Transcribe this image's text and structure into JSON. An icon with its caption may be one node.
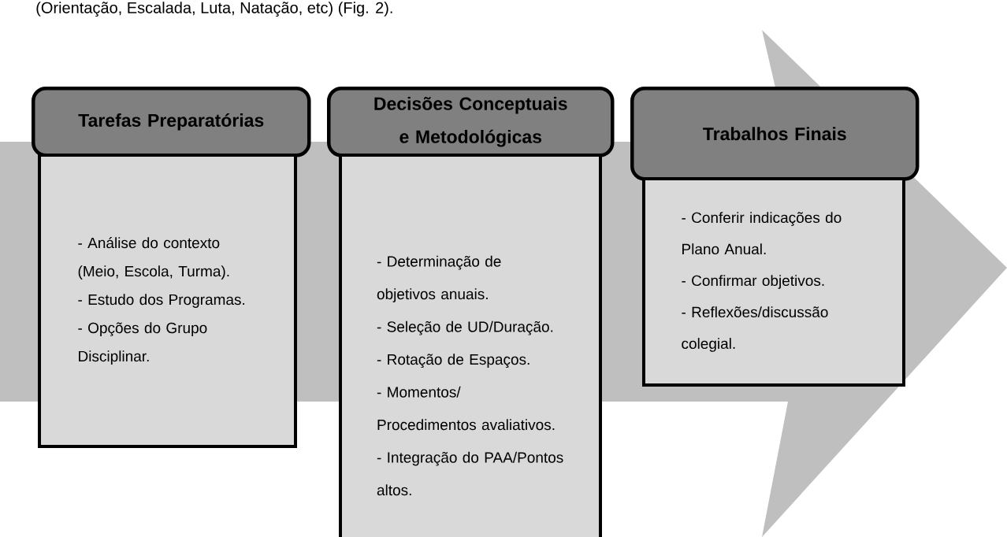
{
  "diagram": {
    "nodes": [
      {
        "text": [
          "Tarefas Preparatórias"
        ]
      },
      {
        "text": [
          "- Análise do contexto (Meio, Escola, Turma).",
          "- Estudo dos Programas.",
          "- Opções do Grupo Disciplinar."
        ]
      },
      {
        "text": [
          "Decisões Conceptuais e Metodológicas"
        ]
      },
      {
        "text": [
          "- Determinação de objetivos anuais.",
          "- Seleção de UD/Duração.",
          "- Rotação de Espaços.",
          "- Momentos/ Procedimentos avaliativos.",
          "- Integração do PAA/Pontos altos."
        ]
      },
      {
        "text": [
          "Trabalhos Finais"
        ]
      },
      {
        "text": [
          "- Conferir indicações do Plano Anual.",
          "- Confirmar objetivos.",
          "- Reflexões/discussão colegial."
        ]
      }
    ],
    "labels": [
      "(Orientação, Escalada, Luta, Natação, etc) (Fig. 2)."
    ]
  }
}
